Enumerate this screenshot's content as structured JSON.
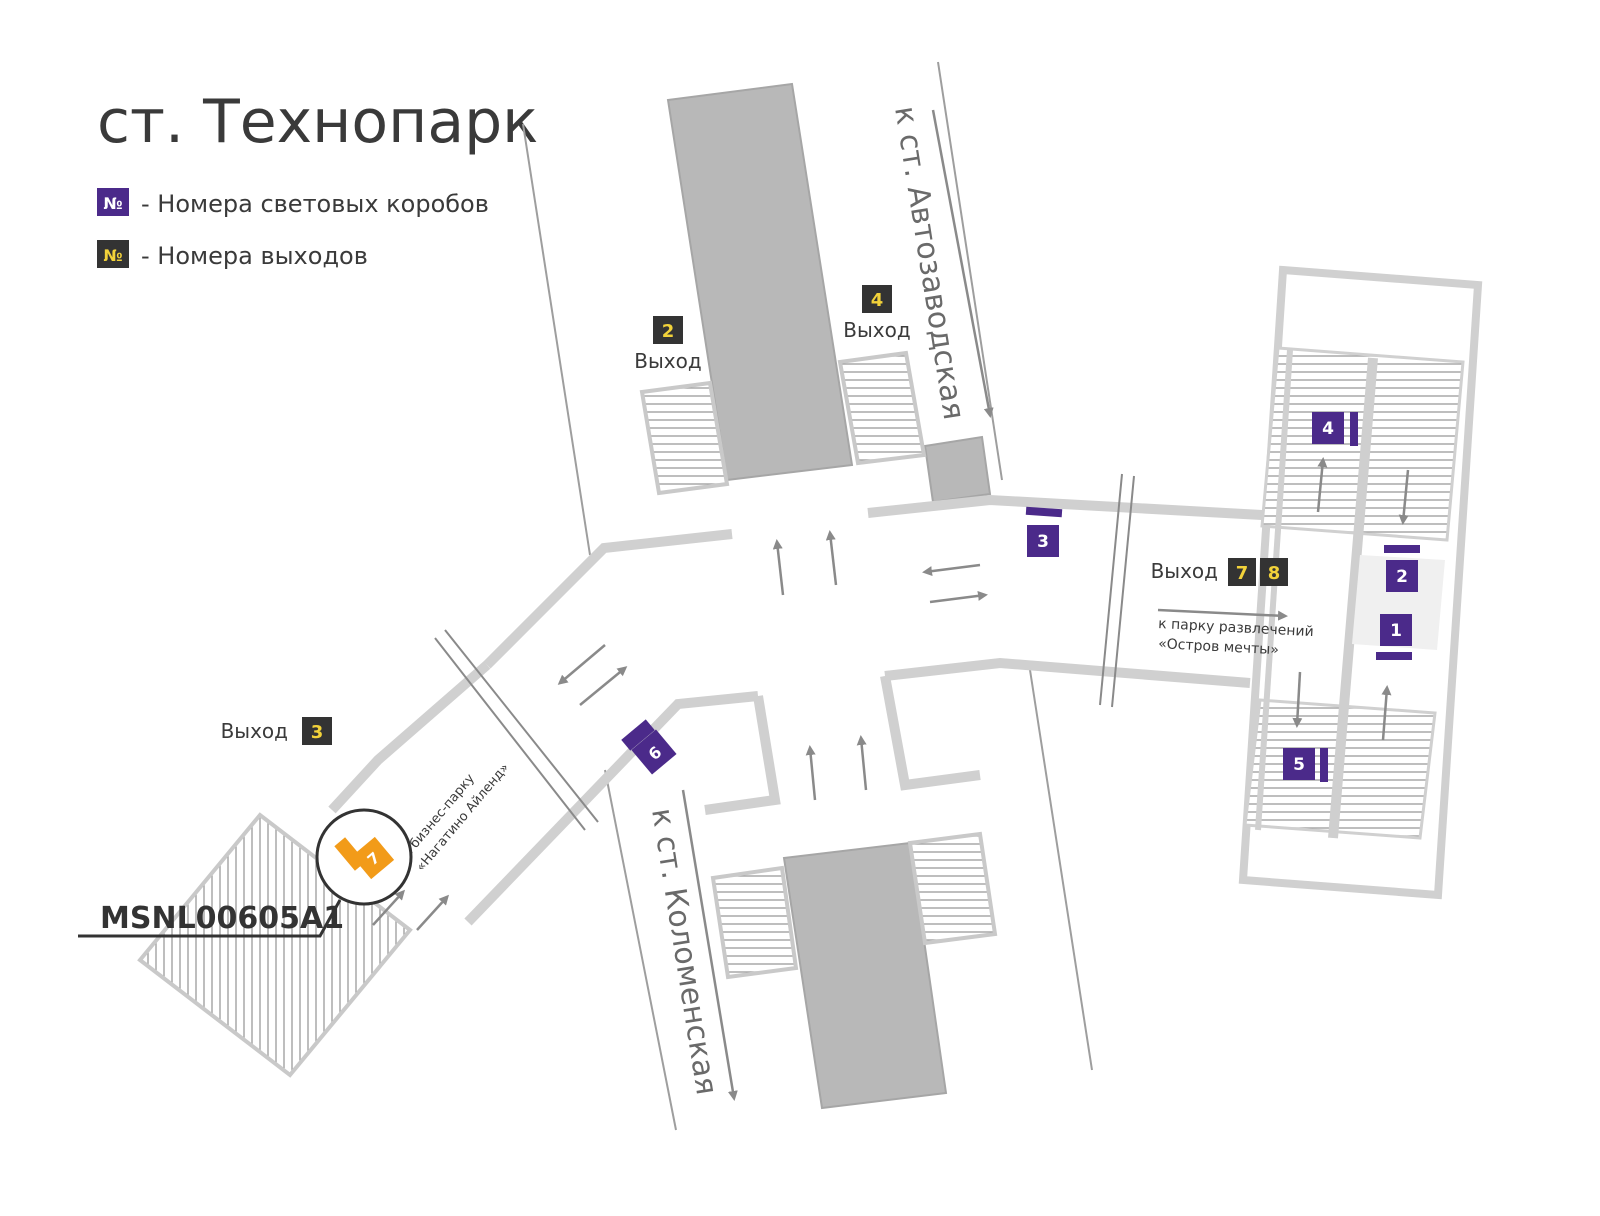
{
  "title": "ст. Технопарк",
  "legend": {
    "box_glyph": "№",
    "box_label": "- Номера световых коробов",
    "exit_glyph": "№",
    "exit_label": "- Номера выходов"
  },
  "colors": {
    "lightbox_purple": "#4b2a8a",
    "exit_dark": "#333333",
    "exit_yellow": "#f2d23a",
    "wall_gray": "#d0d0d0",
    "block_gray": "#b8b8b8",
    "highlight_orange": "#f29b19"
  },
  "exits": {
    "exit_2": {
      "number": "2",
      "label": "Выход"
    },
    "exit_4": {
      "number": "4",
      "label": "Выход"
    },
    "exit_3": {
      "number": "3",
      "label": "Выход"
    },
    "exit_78": {
      "label": "Выход",
      "n1": "7",
      "n2": "8"
    }
  },
  "lightboxes": {
    "b1": "1",
    "b2": "2",
    "b3": "3",
    "b4": "4",
    "b5": "5",
    "b6": "6",
    "b7": "7"
  },
  "directions": {
    "avtozavodskaya": "к ст. Автозаводская",
    "kolomenskaya": "к ст. Коломенская",
    "park_line1": "к парку развлечений",
    "park_line2": "«Остров мечты»",
    "business_line1": "к бизнес-парку",
    "business_line2": "«Нагатино Айленд»"
  },
  "highlight_code": "MSNL00605A1",
  "icons": [
    "arrow-icon",
    "stairs-icon",
    "escalator-icon",
    "lightbox-icon",
    "exit-icon",
    "magnifier-icon"
  ]
}
